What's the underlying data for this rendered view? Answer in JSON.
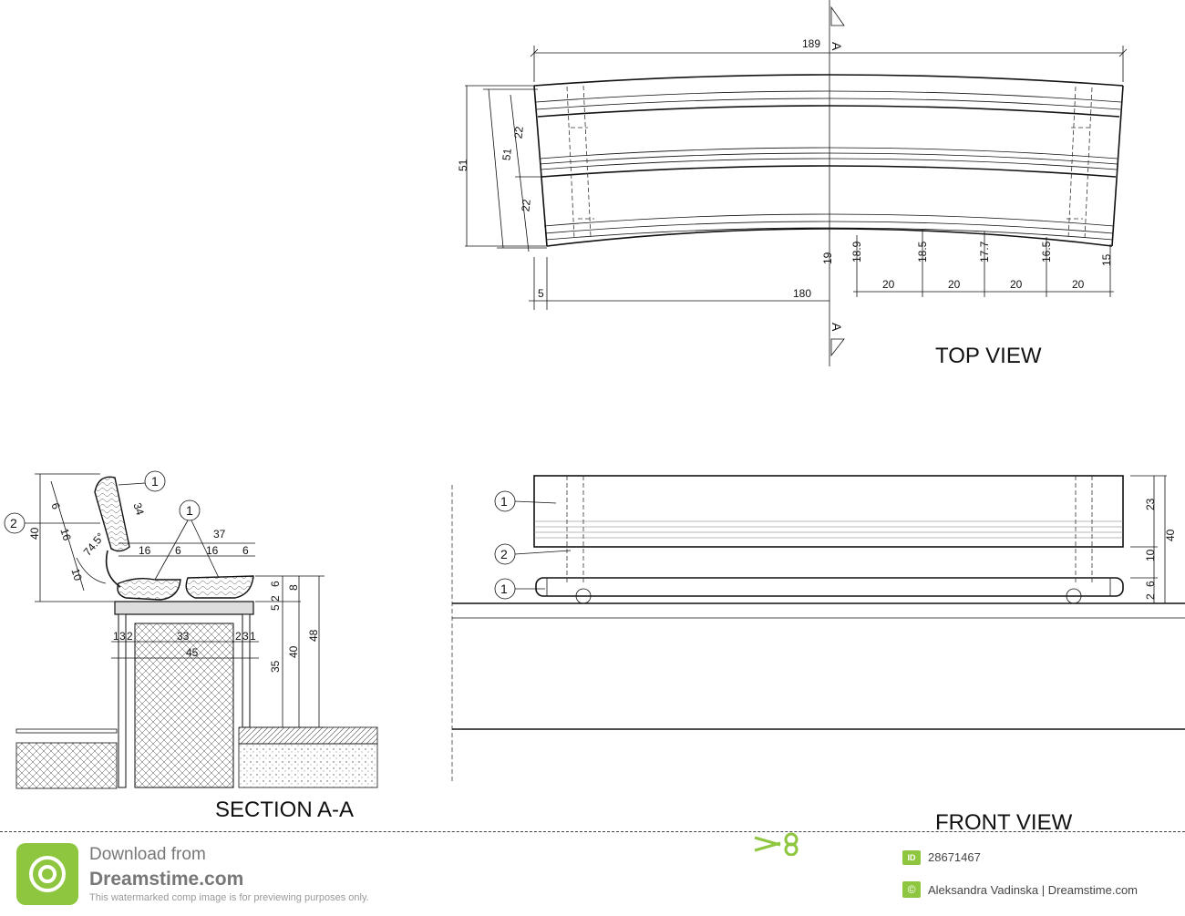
{
  "views": {
    "top": "TOP VIEW",
    "section": "SECTION A-A",
    "front": "FRONT VIEW"
  },
  "section_mark": "A",
  "top_dims": {
    "width_top": "189",
    "width_bottom": "180",
    "left_offset": "5",
    "depth_outer": "51",
    "depth_inner": "51",
    "slat_a": "22",
    "slat_b": "22",
    "off_19": "19",
    "off_189": "18.9",
    "off_185": "18.5",
    "off_177": "17.7",
    "off_165": "16.5",
    "off_15": "15",
    "seg_1": "20",
    "seg_2": "20",
    "seg_3": "20",
    "seg_4": "20"
  },
  "section_dims": {
    "d40": "40",
    "d6": "6",
    "d16": "16",
    "d10": "10",
    "d34": "34",
    "angle": "74.5°",
    "d37": "37",
    "h16a": "16",
    "h6a": "6",
    "h16b": "16",
    "h6b": "6",
    "v5": "5",
    "v2": "2",
    "v6": "6",
    "v8": "8",
    "v35": "35",
    "v40": "40",
    "v48": "48",
    "b1": "1",
    "b3": "3",
    "b2": "2",
    "b33": "33",
    "b2r": "2",
    "b3r": "3",
    "b1r": "1",
    "b45": "45"
  },
  "front_dims": {
    "d23": "23",
    "d10": "10",
    "d40": "40",
    "d2": "2",
    "d6": "6"
  },
  "callouts": {
    "c1": "1",
    "c2": "2"
  },
  "footer": {
    "download": "Download from",
    "site": "Dreamstime.com",
    "note": "This watermarked comp image is for previewing purposes only.",
    "id_label": "ID",
    "id_number": "28671467",
    "copyright_symbol": "©",
    "credit": "Aleksandra Vadinska | Dreamstime.com"
  }
}
